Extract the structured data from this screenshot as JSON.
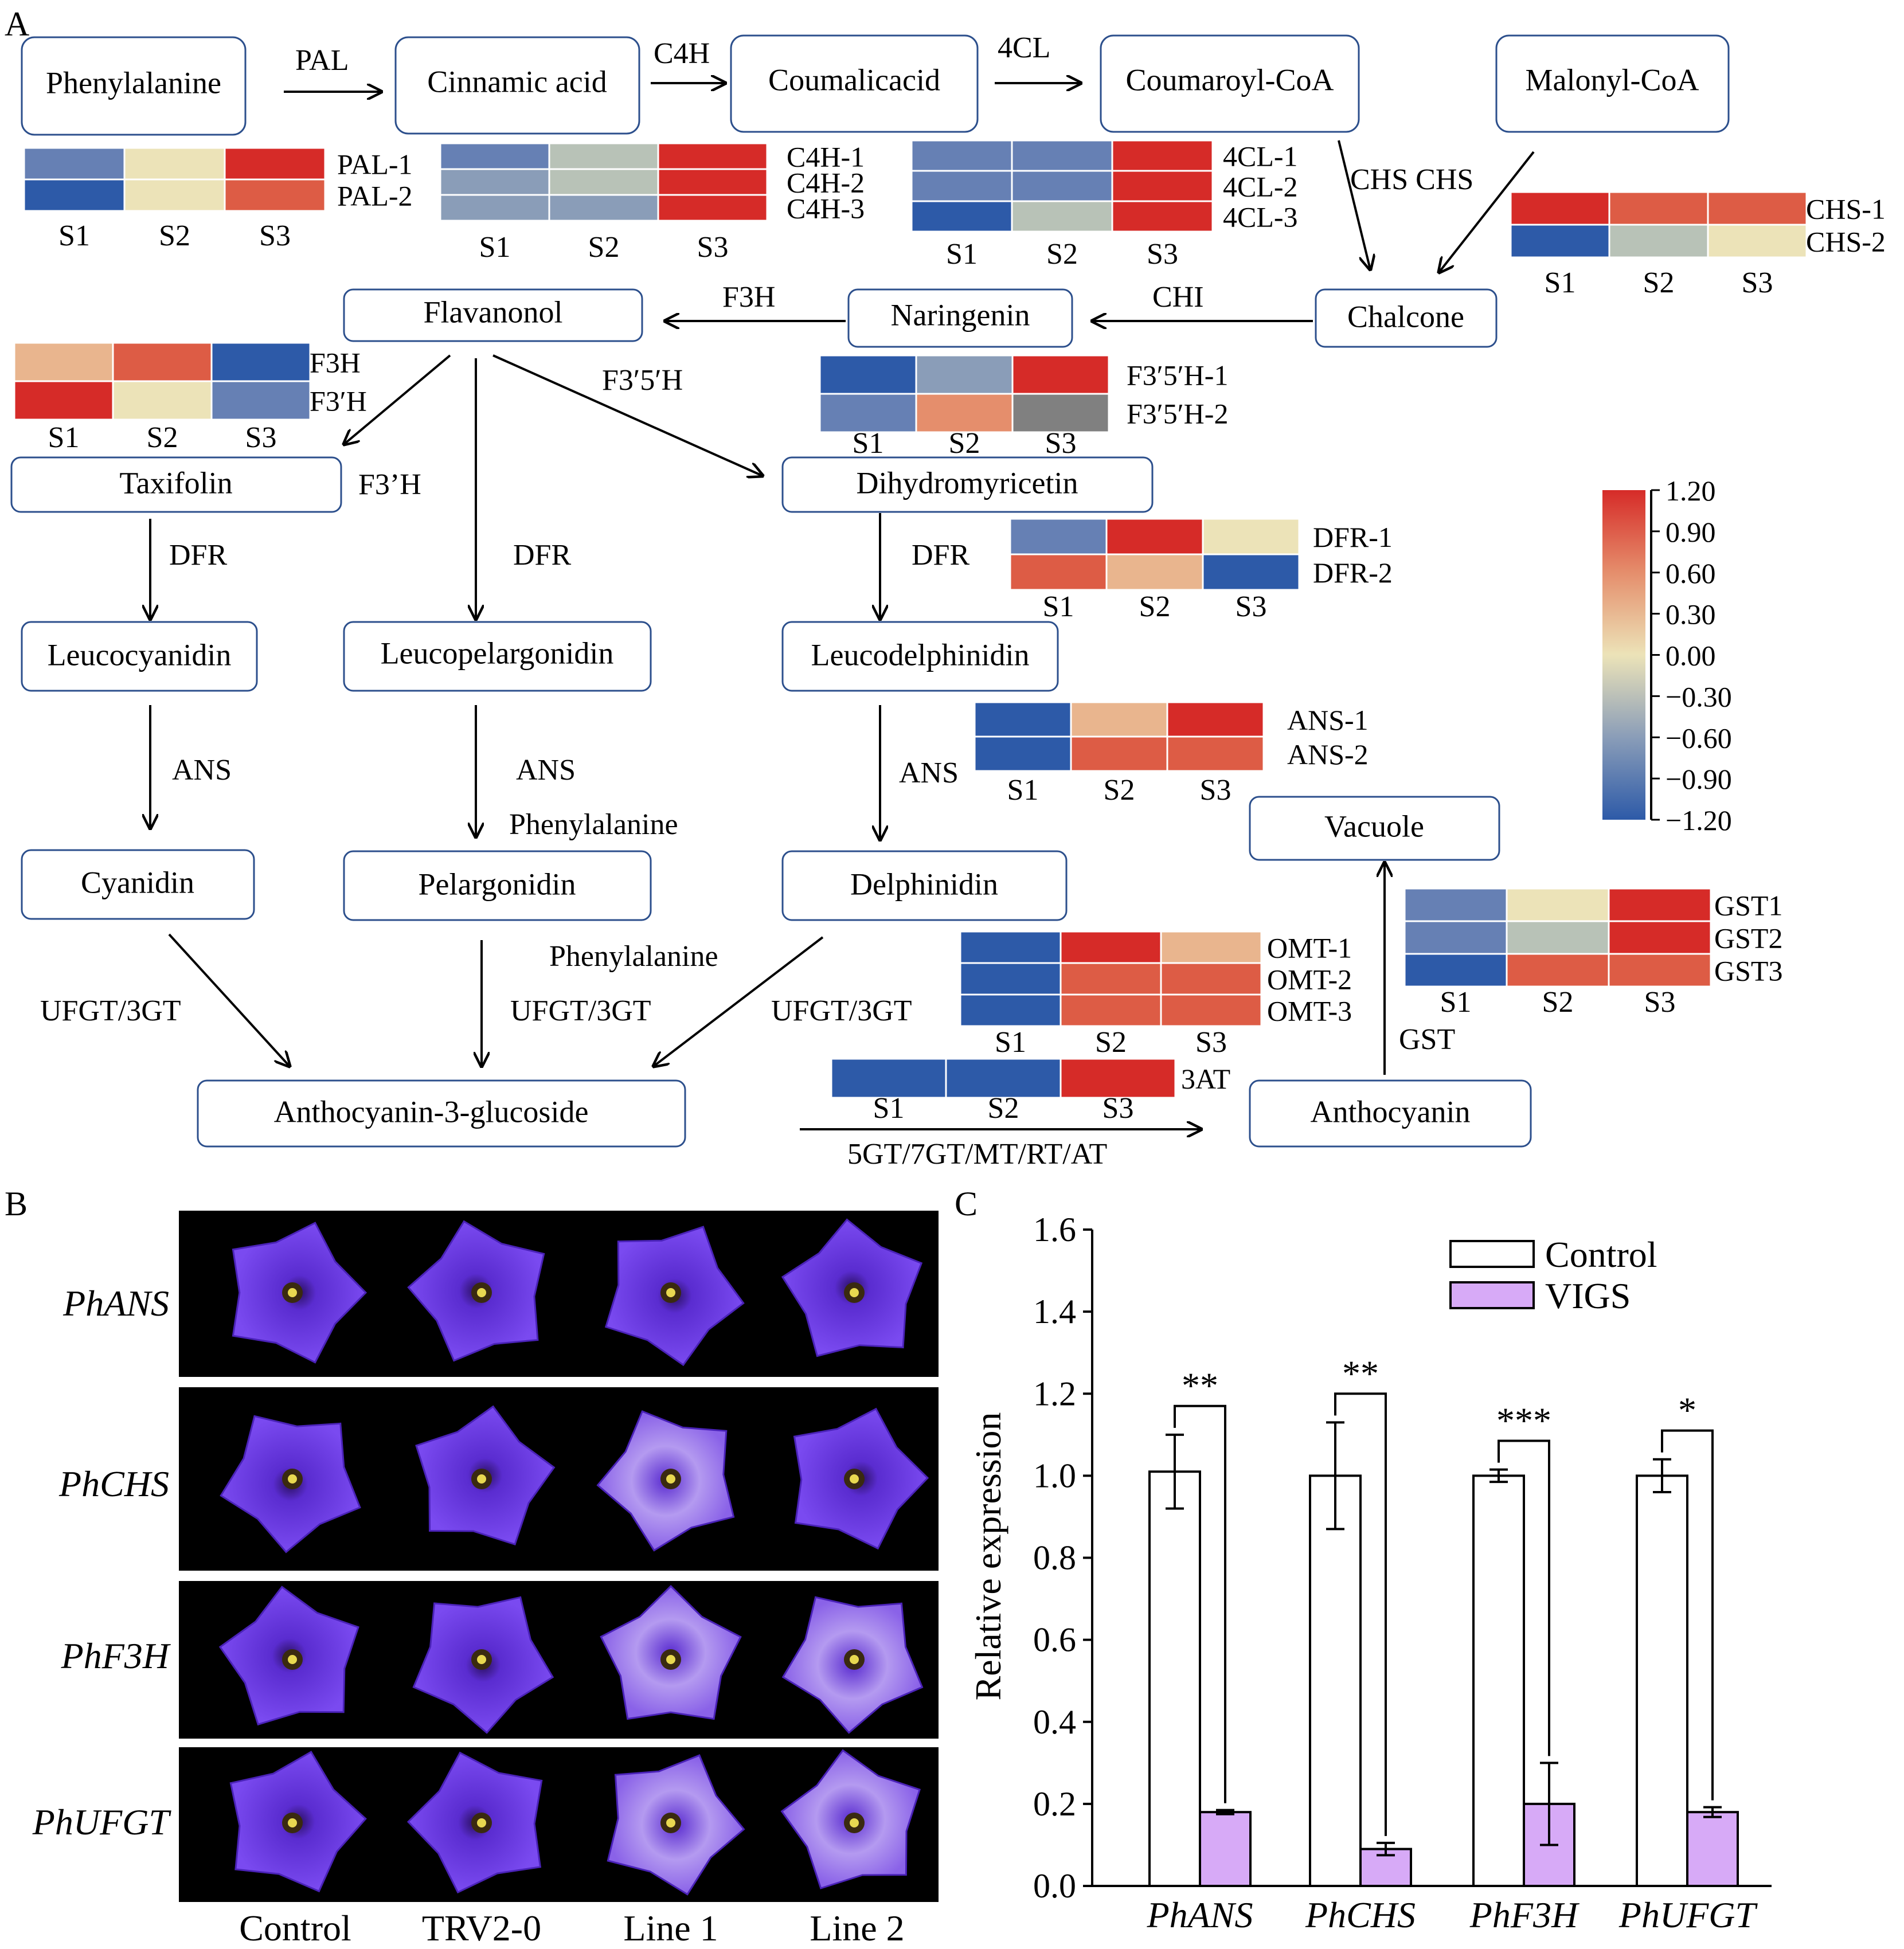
{
  "panels": {
    "a": "A",
    "b": "B",
    "c": "C"
  },
  "colors": {
    "heat": {
      "r": "#d62b28",
      "ro": "#dd5c45",
      "o": "#e58e6c",
      "p": "#e9b58e",
      "y": "#ece3b8",
      "g": "#b8c2b7",
      "lb": "#8a9db8",
      "b": "#6680b4",
      "db": "#2d5aa8",
      "gr": "#808080"
    },
    "node_border": "#2c4f8c",
    "vigs_bar": "#d7aaf7",
    "flower_purple": "#6a36e0"
  },
  "nodes": {
    "phenylalanine": "Phenylalanine",
    "cinnamic": "Cinnamic acid",
    "coumalic": "Coumalicacid",
    "coumaroyl": "Coumaroyl-CoA",
    "malonyl": "Malonyl-CoA",
    "chalcone": "Chalcone",
    "naringenin": "Naringenin",
    "flavanonol": "Flavanonol",
    "taxifolin": "Taxifolin",
    "dihydromyricetin": "Dihydromyricetin",
    "leucocyanidin": "Leucocyanidin",
    "leucopelargonidin": "Leucopelargonidin",
    "leucodelphinidin": "Leucodelphinidin",
    "cyanidin": "Cyanidin",
    "pelargonidin": "Pelargonidin",
    "delphinidin": "Delphinidin",
    "anth3g": "Anthocyanin-3-glucoside",
    "anthocyanin": "Anthocyanin",
    "vacuole": "Vacuole"
  },
  "enzymes": {
    "pal": "PAL",
    "c4h": "C4H",
    "fourcl": "4CL",
    "chs_chs": "CHS  CHS",
    "chi": "CHI",
    "f3h": "F3H",
    "f35h": "F3′5′H",
    "f3h_prime": "F3’H",
    "dfr": "DFR",
    "ans": "ANS",
    "phenylalanine": "Phenylalanine",
    "ufgt": "UFGT/3GT",
    "gst": "GST",
    "gt_route": "5GT/7GT/MT/RT/AT"
  },
  "samples": [
    "S1",
    "S2",
    "S3"
  ],
  "heatmaps": {
    "pal": {
      "rows": [
        "PAL-1",
        "PAL-2"
      ],
      "cells": [
        [
          "b",
          "y",
          "r"
        ],
        [
          "db",
          "y",
          "ro"
        ]
      ]
    },
    "c4h": {
      "rows": [
        "C4H-1",
        "C4H-2",
        "C4H-3"
      ],
      "cells": [
        [
          "b",
          "g",
          "r"
        ],
        [
          "lb",
          "g",
          "r"
        ],
        [
          "lb",
          "lb",
          "r"
        ]
      ]
    },
    "fourcl": {
      "rows": [
        "4CL-1",
        "4CL-2",
        "4CL-3"
      ],
      "cells": [
        [
          "b",
          "b",
          "r"
        ],
        [
          "b",
          "b",
          "r"
        ],
        [
          "db",
          "g",
          "r"
        ]
      ]
    },
    "chs": {
      "rows": [
        "CHS-1",
        "CHS-2"
      ],
      "cells": [
        [
          "r",
          "ro",
          "ro"
        ],
        [
          "db",
          "g",
          "y"
        ]
      ]
    },
    "f3h": {
      "rows": [
        "F3H",
        "F3′H"
      ],
      "cells": [
        [
          "p",
          "ro",
          "db"
        ],
        [
          "r",
          "y",
          "b"
        ]
      ]
    },
    "f35h": {
      "rows": [
        "F3′5′H-1",
        "F3′5′H-2"
      ],
      "cells": [
        [
          "db",
          "lb",
          "r"
        ],
        [
          "b",
          "o",
          "gr"
        ]
      ]
    },
    "dfr": {
      "rows": [
        "DFR-1",
        "DFR-2"
      ],
      "cells": [
        [
          "b",
          "r",
          "y"
        ],
        [
          "ro",
          "p",
          "db"
        ]
      ]
    },
    "ans": {
      "rows": [
        "ANS-1",
        "ANS-2"
      ],
      "cells": [
        [
          "db",
          "p",
          "r"
        ],
        [
          "db",
          "ro",
          "ro"
        ]
      ]
    },
    "omt": {
      "rows": [
        "OMT-1",
        "OMT-2",
        "OMT-3"
      ],
      "cells": [
        [
          "db",
          "r",
          "p"
        ],
        [
          "db",
          "ro",
          "ro"
        ],
        [
          "db",
          "ro",
          "ro"
        ]
      ]
    },
    "gst": {
      "rows": [
        "GST1",
        "GST2",
        "GST3"
      ],
      "cells": [
        [
          "b",
          "y",
          "r"
        ],
        [
          "b",
          "g",
          "r"
        ],
        [
          "db",
          "ro",
          "ro"
        ]
      ]
    },
    "at3": {
      "rows": [
        "3AT"
      ],
      "cells": [
        [
          "db",
          "db",
          "r"
        ]
      ]
    }
  },
  "colorbar": {
    "ticks": [
      "1.20",
      "0.90",
      "0.60",
      "0.30",
      "0.00",
      "−0.30",
      "−0.60",
      "−0.90",
      "−1.20"
    ]
  },
  "flowers": {
    "rows": [
      "PhANS",
      "PhCHS",
      "PhF3H",
      "PhUFGT"
    ],
    "columns": [
      "Control",
      "TRV2-0",
      "Line 1",
      "Line 2"
    ]
  },
  "chart_data": {
    "type": "bar",
    "categories": [
      "PhANS",
      "PhCHS",
      "PhF3H",
      "PhUFGT"
    ],
    "series": [
      {
        "name": "Control",
        "values": [
          1.01,
          1.0,
          1.0,
          1.0
        ],
        "errors": [
          0.09,
          0.13,
          0.015,
          0.04
        ]
      },
      {
        "name": "VIGS",
        "values": [
          0.18,
          0.09,
          0.2,
          0.18
        ],
        "errors": [
          0.005,
          0.015,
          0.1,
          0.012
        ]
      }
    ],
    "significance": [
      "**",
      "**",
      "***",
      "*"
    ],
    "ylabel": "Relative expression",
    "ylim": [
      0.0,
      1.6
    ],
    "yticks": [
      "0.0",
      "0.2",
      "0.4",
      "0.6",
      "0.8",
      "1.0",
      "1.2",
      "1.4",
      "1.6"
    ],
    "legend_position": "top-right"
  }
}
